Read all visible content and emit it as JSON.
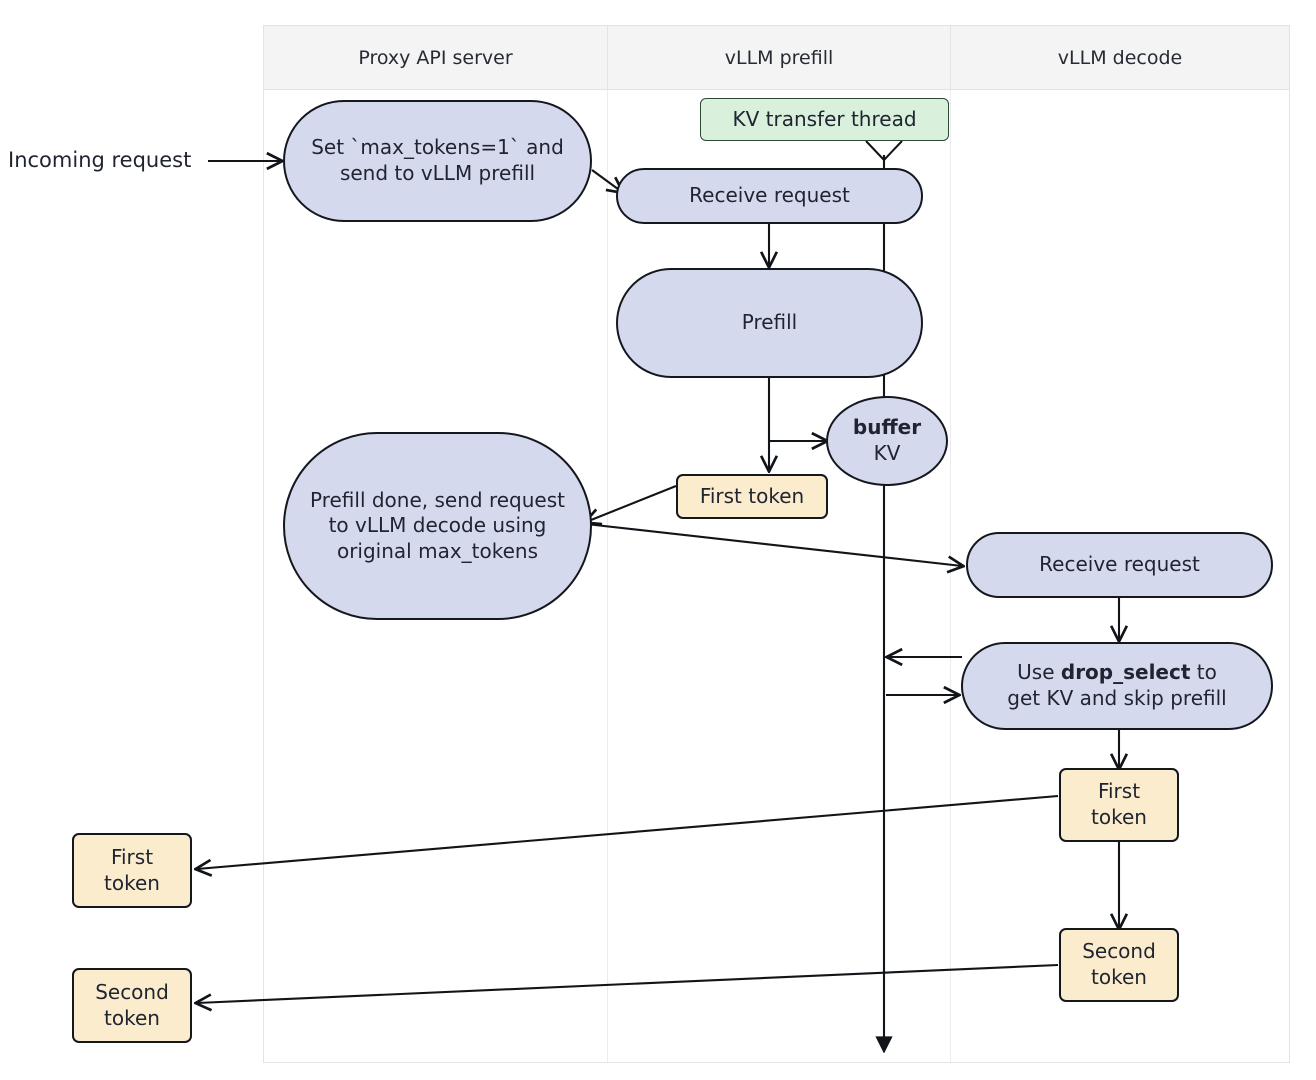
{
  "diagram": {
    "title": "vLLM disaggregated prefill sequence",
    "background": "#ffffff",
    "colors": {
      "lane_header_bg": "#f4f4f5",
      "lane_border": "#e3e3e5",
      "process_fill": "#d5d9ee",
      "process_stroke": "#14171d",
      "token_fill": "#fbeccd",
      "callout_fill": "#d8f0dc",
      "callout_stroke": "#2c4a33",
      "text": "#1f2430"
    }
  },
  "lanes": [
    {
      "id": "proxy",
      "label": "Proxy API server"
    },
    {
      "id": "prefill",
      "label": "vLLM prefill"
    },
    {
      "id": "decode",
      "label": "vLLM decode"
    }
  ],
  "labels": {
    "incoming_request": "Incoming request"
  },
  "nodes": {
    "set_max_tokens": "Set `max_tokens=1` and send to vLLM prefill",
    "prefill_done": "Prefill done, send request to vLLM decode using original max_tokens",
    "kv_transfer_thread": "KV transfer thread",
    "prefill_receive_request": "Receive request",
    "prefill": "Prefill",
    "buffer_kv_line1": "buffer",
    "buffer_kv_line2": "KV",
    "prefill_first_token": "First token",
    "decode_receive_request": "Receive request",
    "drop_select_pre": "Use ",
    "drop_select_code": "drop_select",
    "drop_select_post": " to",
    "drop_select_line2": "get KV and skip prefill",
    "decode_first_token_l1": "First",
    "decode_first_token_l2": "token",
    "decode_second_token_l1": "Second",
    "decode_second_token_l2": "token",
    "proxy_first_token_l1": "First",
    "proxy_first_token_l2": "token",
    "proxy_second_token_l1": "Second",
    "proxy_second_token_l2": "token"
  }
}
